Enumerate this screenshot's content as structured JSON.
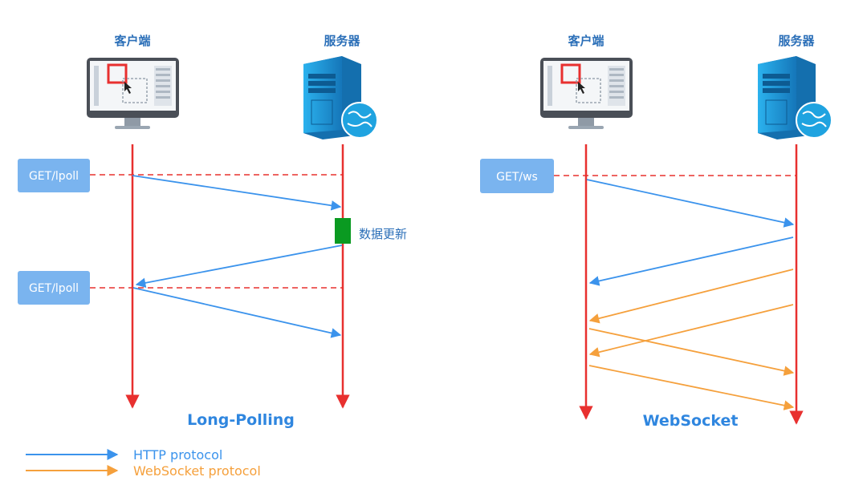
{
  "colors": {
    "timeline": "#e8302f",
    "dashed": "#e8302f",
    "http": "#3b93ec",
    "websocket": "#f5a03c",
    "request_box": "#7ab4ef",
    "request_text": "#ffffff",
    "heading": "#2b6fb8",
    "title": "#2f86df",
    "update_block": "#0a9a21",
    "monitor_frame": "#dde3ea",
    "monitor_stand": "#9aa6b2",
    "server_body": "#1f9fdd",
    "globe": "#1fa3e0"
  },
  "long_polling": {
    "client_label": "客户端",
    "server_label": "服务器",
    "request1": "GET/lpoll",
    "request2": "GET/lpoll",
    "update_label": "数据更新",
    "title": "Long-Polling"
  },
  "websocket": {
    "client_label": "客户端",
    "server_label": "服务器",
    "request": "GET/ws",
    "title": "WebSocket"
  },
  "legend": [
    {
      "label": "HTTP protocol",
      "color": "#3b93ec",
      "icon": "arrow-right-icon"
    },
    {
      "label": "WebSocket protocol",
      "color": "#f5a03c",
      "icon": "arrow-right-icon"
    }
  ]
}
